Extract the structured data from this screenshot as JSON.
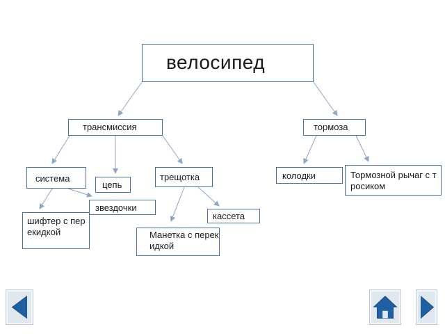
{
  "nodes": {
    "root": "велосипед",
    "transmission": "трансмиссия",
    "brakes": "тормоза",
    "system": "система",
    "chain": "цепь",
    "ratchet": "трещотка",
    "pads": "колодки",
    "lever": "Тормозной рычаг с тросиком",
    "sprockets": "звездочки",
    "shifter": "шифтер с перекидкой",
    "cassette": "кассета",
    "manetka": "Манетка с перекидкой"
  },
  "colors": {
    "node_border": "#4a6fa5",
    "edge": "#8fa6c4",
    "nav_icon": "#1f5fa3",
    "nav_bg": "#dfe7ef"
  },
  "nav_icons": [
    "back-arrow-icon",
    "home-icon",
    "forward-arrow-icon"
  ]
}
